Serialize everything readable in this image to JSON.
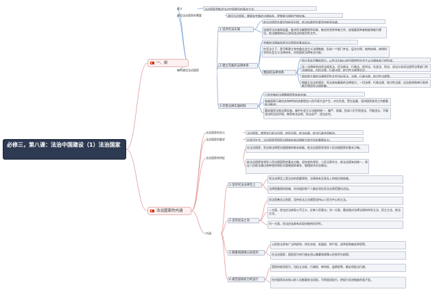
{
  "colors": {
    "root_bg": "#2e3a52",
    "wire_upper": "#7ea6d8",
    "wire_lower": "#e39a9a",
    "flag": "#d42a20"
  },
  "root": "必修三，第八课：法治中国建设（1）法治国家",
  "upper": {
    "title": "一、前",
    "c1": {
      "label": "意义",
      "text": "法治国家是推进法治中国建设的基本方式。"
    },
    "c2": {
      "label": "建设法治国家的需要",
      "text": "建设法治国家，需要有完备的法律体系，更需要法律的严格实施。"
    },
    "c3": {
      "label": "如何建设法治国家",
      "g1": {
        "label": "1.坚持宪法实施",
        "leaves": [
          "依法治国首先要坚持依宪治国，依法执政首先要坚持依宪执政。",
          "加强宪法实施和监督，推进宪法解释程序机制，推进合宪性审查工作，加强备案审查制度和能力建设，依法撤销和纠正违宪违法的规范性文件。"
        ]
      },
      "g2": {
        "label": "2.建立完备的法律体系",
        "leaves": [
          "完备的法律体系是法治国家的基本标志。",
          "在宪法之下，是不断建立和完备社会主义法律制度，形成一个部门齐全、层次分明、结构协调、体例科学的社会主义法律体系，实现国家法律有法可依。"
        ],
        "g3": {
          "label": "我国的法律体系",
          "leaves": [
            "经过多年不懈的努力，以宪法为核心的中国特色社会主义法律体系已经形成。",
            "这一法律体系由宪法相关法、民法商法、行政法、经济法、社会法、刑法、诉讼与非诉讼程序法等部门的法律组成，包括法律、行政法规、地方性法规等层次。",
            "国务院主要的法律规范性文件包括宪法、法律、行政法规、地方性法规等。",
            "根据立法法的规定，宪法具有最高的法律效力，一切法律、行政法规、地方性法规、自治条例和单行条例都不得同宪法相抵触。"
          ]
        }
      },
      "g4": {
        "label": "3.完善法律实施机制",
        "leaves": [
          "日益完备的法律需要得到有效实施。",
          "各级国家行政机关和审判机关都是由人民代表大会产生，对它负责，受它监督，坚持国家各项工作都要依法推进。",
          "要加强宪法和法律实施，维护社会主义法制的统一、尊严、权威，形成人们不愿违法、不能违法、不敢违法的法治环境，做到有法必依、执法必严、违法必究。"
        ]
      }
    }
  },
  "lower": {
    "title": "法治国家的内涵",
    "a1": {
      "label": "法治国家的含义",
      "text": "法治国家，就是实行依法治国、依宪治国、依法执政、依法行政共同推进。"
    },
    "a2": {
      "label": "法治国家的要求",
      "text": "在现代社会，法治国家是国家治理体系和治理能力现代化的重要标志。"
    },
    "a3": {
      "label": "法治国家的特征",
      "leaves": [
        "在法治国家，宪法和法律是治国理政的根本依据，依法治国是党领导人民治理国家的基本方略。",
        "依法治国是党领导人民治理国家的基本方略，坚持党的领导、人民当家作主、依法治国有机统一，保证人民依法通过各种途径和形式管理国家事务、管理经济文化事业。"
      ]
    },
    "a4": {
      "label": "内涵",
      "b1": {
        "label": "1.坚持宪法法律至上",
        "leaves": [
          "宪法法律至上是法治的首要原则，法律具有至高无上的地位和权威。",
          "法律是最高的权威，任何组织和个人都必须在宪法法律范围内活动。"
        ]
      },
      "b2": {
        "label": "2.坚持良法之治",
        "leaves": [
          "良法是善治之前提，坚持良法之治就是坚持以人民为中心的立法。",
          "一方面，良法应当体现公平正义、反映人民意志；另一方面，要加强对法律法规的科学立法、民主立法、依法立法。",
          "另一方面，良法应该具有实现机制的科学性。"
        ]
      },
      "b3": {
        "label": "3.尊重和保障公民权利",
        "leaves": [
          "公民依法享有广泛的权利，如生存权、发展权、财产权、选举权和被选举权等。",
          "在法治国家，国家权力的行使必须以尊重和保障公民权利为前提。"
        ]
      },
      "b4": {
        "label": "4.规范国家权力的运行",
        "leaves": [
          "国家的各项权力，包括立法权、行政权、审判权、监察权等，都必须依法行使。",
          "任何国家机关和公职人员都要依法用权，不得滥用权力，把权力关进制度的笼子里。"
        ]
      }
    }
  }
}
